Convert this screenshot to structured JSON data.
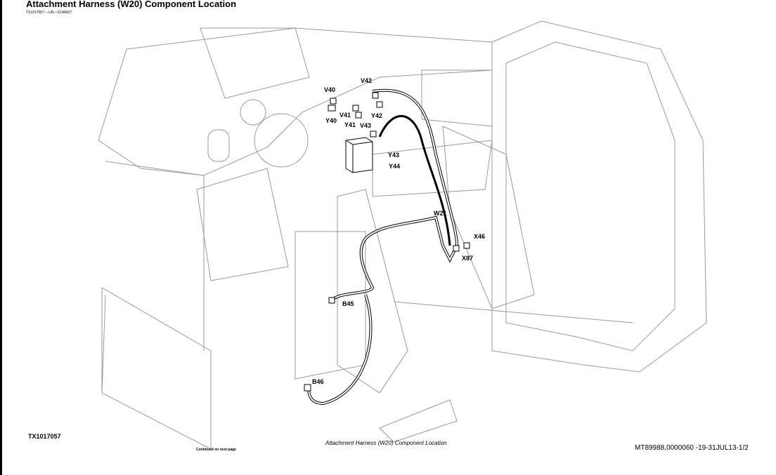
{
  "header": {
    "title": "Attachment Harness (W20) Component Location",
    "subtitle": "TX1017057 —UN—22JAN07"
  },
  "figure": {
    "id": "TX1017057",
    "caption": "Attachment Harness (W20) Component Location",
    "labels": {
      "V40": "V40",
      "Y40": "Y40",
      "V41": "V41",
      "Y41": "Y41",
      "V42": "V42",
      "Y42": "Y42",
      "V43": "V43",
      "Y43": "Y43",
      "Y44": "Y44",
      "W21": "W21",
      "X46": "X46",
      "X87": "X87",
      "B45": "B45",
      "B46": "B46"
    }
  },
  "footer": {
    "continued": "Continued on next page",
    "reference": "MT89988,0000060 -19-31JUL13-1/2"
  }
}
